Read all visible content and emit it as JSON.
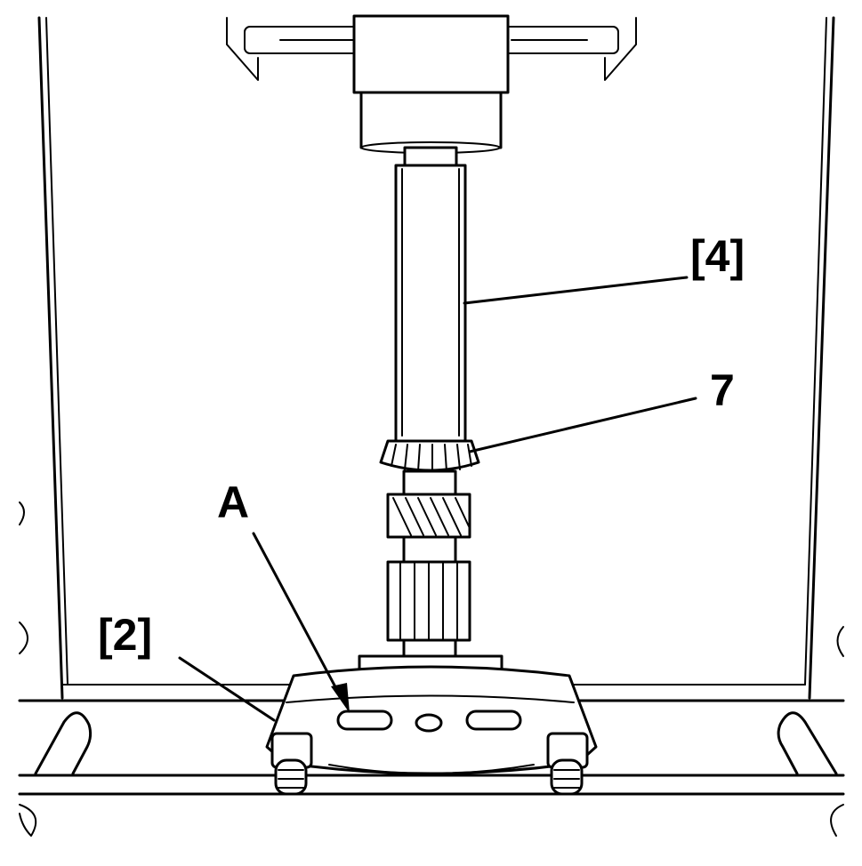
{
  "diagram": {
    "callouts": {
      "shaft_tool": "[4]",
      "bearing": "7",
      "press_plate": "[2]",
      "gear_seat": "A"
    },
    "colors": {
      "line": "#000000",
      "background": "#ffffff"
    }
  }
}
